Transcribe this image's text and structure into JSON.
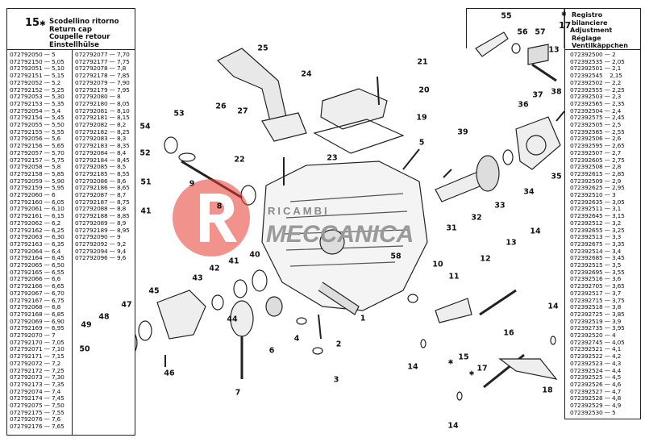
{
  "left_table": {
    "ref": "15",
    "marker": "✱",
    "titles": [
      "Scodellino ritorno",
      "Return cap",
      "Coupelle retour",
      "Einstellhülse"
    ],
    "col1": [
      "072792050 — 5",
      "072792150 — 5,05",
      "072792051 — 5,10",
      "072792151 — 5,15",
      "072792052 — 5,2",
      "072792152 — 5,25",
      "072792053 — 5,30",
      "072792153 — 5,35",
      "072792054 — 5,4",
      "072792154 — 5,45",
      "072792055 — 5,50",
      "072792155 — 5,55",
      "072792056 — 5,6",
      "072792156 — 5,65",
      "072792057 — 5,70",
      "072792157 — 5,75",
      "072792058 — 5,8",
      "072792158 — 5,85",
      "072792059 — 5,90",
      "072792159 — 5,95",
      "072792060 — 6",
      "072792160 — 6,05",
      "072792061 — 6,10",
      "072792161 — 6,15",
      "072792062 — 6,2",
      "072792162 — 6,25",
      "072792063 — 6,30",
      "072792163 — 6,35",
      "072792064 — 6,4",
      "072792164 — 6,45",
      "072792065 — 6,50",
      "072792165 — 6,55",
      "072792066 — 6,6",
      "072792166 — 6,65",
      "072792067 — 6,70",
      "072792167 — 6,75",
      "072792068 — 6,8",
      "072792168 — 6,85",
      "072792069 — 6,90",
      "072792169 — 6,95",
      "072792070 — 7",
      "072792170 — 7,05",
      "072792071 — 7,10",
      "072792171 — 7,15",
      "072792072 — 7,2",
      "072792172 — 7,25",
      "072792073 — 7,30",
      "072792173 — 7,35",
      "072792074 — 7,4",
      "072792174 — 7,45",
      "072792075 — 7,50",
      "072792175 — 7,55",
      "072792076 — 7,6",
      "072792176 — 7,65"
    ],
    "col2": [
      "072792077 — 7,70",
      "072792177 — 7,75",
      "072792078 — 7,8",
      "072792178 — 7,85",
      "072792079 — 7,90",
      "072792179 — 7,95",
      "072792080 — 8",
      "072792180 — 8,05",
      "072792081 — 8,10",
      "072792181 — 8,15",
      "072792082 — 8,2",
      "072792182 — 8,25",
      "072792083 — 8,3",
      "072792183 — 8,35",
      "072792084 — 8,4",
      "072792184 — 8,45",
      "072792085 — 8,5",
      "072792185 — 8,55",
      "072792086 — 8,6",
      "072792186 — 8,65",
      "072792087 — 8,7",
      "072792187 — 8,75",
      "072792088 — 8,8",
      "072792188 — 8,85",
      "072792089 — 8,9",
      "072792189 — 8,95",
      "072792090 — 9",
      "072792092 — 9,2",
      "072792094 — 9,4",
      "072792096 — 9,6"
    ]
  },
  "right_table": {
    "ref": "17",
    "marker": "✱",
    "titles": [
      "Registro bilanciere",
      "Adjustment",
      "Réglage",
      "Ventilkäppchen"
    ],
    "rows": [
      "072392500 — 2",
      "072392535 — 2,05",
      "072392501 — 2,1",
      "072392545    2,15",
      "072392502 — 2,2",
      "072392555 — 2,25",
      "072392503 — 2,3",
      "072392565 — 2,35",
      "072392504 — 2,4",
      "072392575 — 2,45",
      "072392505 — 2,5",
      "072392585 — 2,55",
      "072392506 — 2,6",
      "072392595 — 2,65",
      "072392507 — 2,7",
      "072392605 — 2,75",
      "072392508 — 2,8",
      "072392615 — 2,85",
      "072392509 — 2,9",
      "072392625 — 2,95",
      "072392510 — 3",
      "072392635 — 3,05",
      "072392511 — 3,1",
      "072392645 — 3,15",
      "072392512 — 3,2",
      "072392655 — 3,25",
      "072392513 — 3,3",
      "072392675 — 3,35",
      "072392514 — 3,4",
      "072392685 — 3,45",
      "072392515 — 3,5",
      "072392695 — 3,55",
      "072392516 — 3,6",
      "072392705 — 3,65",
      "072392517 — 3,7",
      "072392715 — 3,75",
      "072392518 — 3,8",
      "072392725 — 3,85",
      "072392519 — 3,9",
      "072392735 — 3,95",
      "072392520 — 4",
      "072392745 — 4,05",
      "072392521 — 4,1",
      "072392522 — 4,2",
      "072392523 — 4,3",
      "072392524 — 4,4",
      "072392525 — 4,5",
      "072392526 — 4,6",
      "072392527 — 4,7",
      "072392528 — 4,8",
      "072392529 — 4,9",
      "072392530 — 5"
    ]
  },
  "watermark": {
    "text1": "RICAMBI",
    "text2": "MECCANICA",
    "color": "#e8392f"
  },
  "callouts": [
    "55",
    "56",
    "57",
    "13",
    "25",
    "21",
    "24",
    "20",
    "26",
    "27",
    "53",
    "54",
    "19",
    "36",
    "37",
    "38",
    "52",
    "23",
    "22",
    "5",
    "39",
    "35",
    "34",
    "9",
    "51",
    "8",
    "41",
    "33",
    "32",
    "31",
    "13",
    "14",
    "40",
    "41",
    "42",
    "43",
    "58",
    "10",
    "12",
    "11",
    "45",
    "44",
    "47",
    "48",
    "49",
    "50",
    "46",
    "6",
    "4",
    "2",
    "3",
    "1",
    "7",
    "14",
    "14",
    "15",
    "16",
    "17",
    "18",
    "14"
  ],
  "callout_markers": [
    "✱",
    "✱"
  ]
}
